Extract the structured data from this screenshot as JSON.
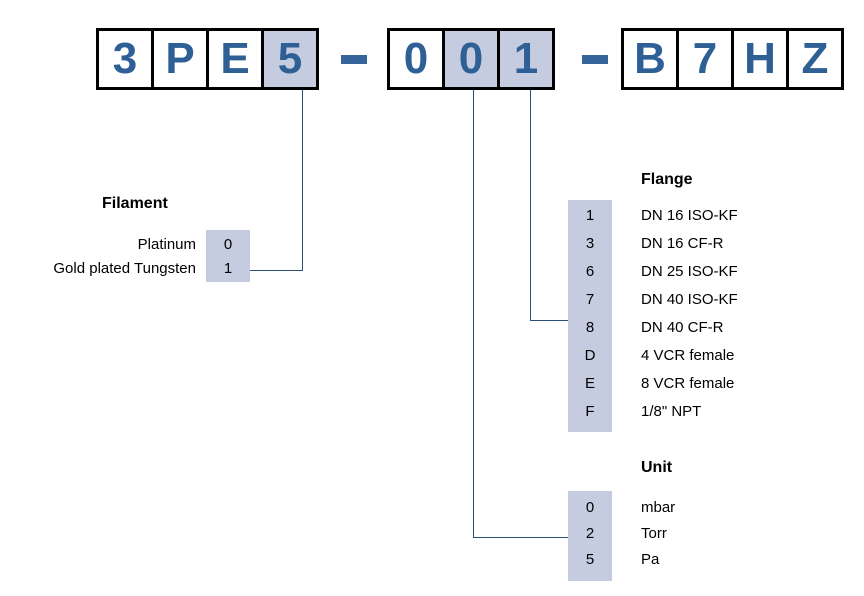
{
  "part_number": {
    "groups": [
      {
        "name": "group-1",
        "chars": [
          {
            "char": "3",
            "highlighted": false
          },
          {
            "char": "P",
            "highlighted": false
          },
          {
            "char": "E",
            "highlighted": false
          },
          {
            "char": "5",
            "highlighted": true
          }
        ]
      },
      {
        "name": "group-2",
        "chars": [
          {
            "char": "0",
            "highlighted": false
          },
          {
            "char": "0",
            "highlighted": true
          },
          {
            "char": "1",
            "highlighted": true
          }
        ]
      },
      {
        "name": "group-3",
        "chars": [
          {
            "char": "B",
            "highlighted": false
          },
          {
            "char": "7",
            "highlighted": false
          },
          {
            "char": "H",
            "highlighted": false
          },
          {
            "char": "Z",
            "highlighted": false
          }
        ]
      }
    ],
    "separator": "-"
  },
  "sections": {
    "filament": {
      "title": "Filament",
      "options": [
        {
          "code": "0",
          "label": "Platinum"
        },
        {
          "code": "1",
          "label": "Gold plated Tungsten"
        }
      ]
    },
    "flange": {
      "title": "Flange",
      "options": [
        {
          "code": "1",
          "label": "DN 16 ISO-KF"
        },
        {
          "code": "3",
          "label": "DN 16 CF-R"
        },
        {
          "code": "6",
          "label": "DN 25 ISO-KF"
        },
        {
          "code": "7",
          "label": "DN 40 ISO-KF"
        },
        {
          "code": "8",
          "label": "DN 40 CF-R"
        },
        {
          "code": "D",
          "label": "4 VCR female"
        },
        {
          "code": "E",
          "label": "8 VCR female"
        },
        {
          "code": "F",
          "label": "1/8\" NPT"
        }
      ]
    },
    "unit": {
      "title": "Unit",
      "options": [
        {
          "code": "0",
          "label": "mbar"
        },
        {
          "code": "2",
          "label": "Torr"
        },
        {
          "code": "5",
          "label": "Pa"
        }
      ]
    }
  },
  "colors": {
    "highlight": "#c5cce0",
    "code_text": "#2e6096",
    "connector": "#2b5077",
    "box_border": "#000000",
    "background": "#ffffff"
  }
}
